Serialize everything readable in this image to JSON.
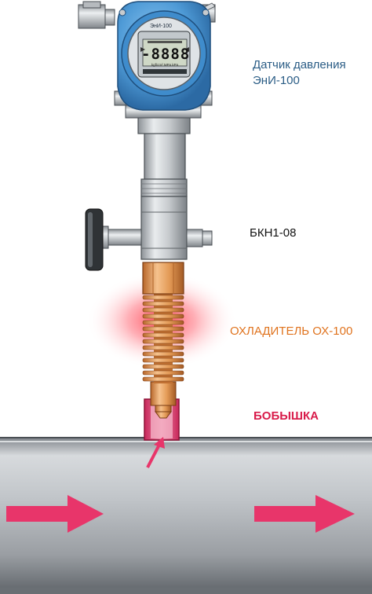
{
  "device": {
    "title": "ЭнИ-100",
    "display": "-8888",
    "units": "kgf/cm²  MPa  kPa"
  },
  "labels": {
    "sensor_line1": "Датчик давления",
    "sensor_line2": "ЭнИ-100",
    "valve": "БКН1-08",
    "cooler": "ОХЛАДИТЕЛЬ ОХ-100",
    "boss": "БОБЫШКА"
  },
  "colors": {
    "sensor_label": "#2b5d86",
    "cooler_label": "#e0731e",
    "boss_label": "#d81b4a",
    "housing": "#4e9ad6",
    "cooler_body": "#e6a45f",
    "flow_arrow": "#e8356a"
  },
  "icons": [
    "flow-arrow-icon",
    "flow-arrow-icon",
    "pointer-arrow-icon"
  ]
}
